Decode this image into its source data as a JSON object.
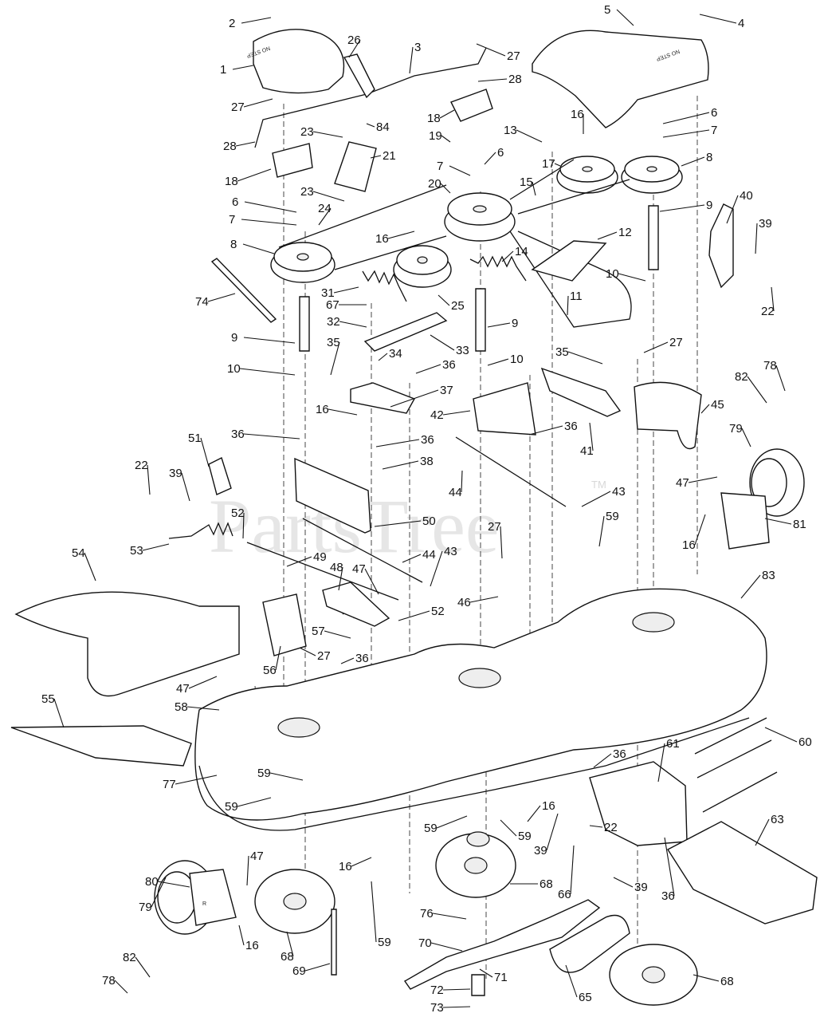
{
  "watermark": {
    "text": "PartsTree",
    "trademark": "TM"
  },
  "surface_labels": {
    "step_text_1": "NO STEP",
    "step_text_2": "NO STEP",
    "bracket_letter": "R"
  },
  "callouts": [
    {
      "id": "c2",
      "text": "2"
    },
    {
      "id": "c1",
      "text": "1"
    },
    {
      "id": "c26",
      "text": "26"
    },
    {
      "id": "c3",
      "text": "3"
    },
    {
      "id": "c27a",
      "text": "27"
    },
    {
      "id": "c28a",
      "text": "28"
    },
    {
      "id": "c5",
      "text": "5"
    },
    {
      "id": "c4",
      "text": "4"
    },
    {
      "id": "c27b",
      "text": "27"
    },
    {
      "id": "c28b",
      "text": "28"
    },
    {
      "id": "c18a",
      "text": "18"
    },
    {
      "id": "c84",
      "text": "84"
    },
    {
      "id": "c23a",
      "text": "23"
    },
    {
      "id": "c21",
      "text": "21"
    },
    {
      "id": "c18b",
      "text": "18"
    },
    {
      "id": "c19",
      "text": "19"
    },
    {
      "id": "c13",
      "text": "13"
    },
    {
      "id": "c16a",
      "text": "16"
    },
    {
      "id": "c6a",
      "text": "6"
    },
    {
      "id": "c7a",
      "text": "7"
    },
    {
      "id": "c17",
      "text": "17"
    },
    {
      "id": "c8a",
      "text": "8"
    },
    {
      "id": "c6b",
      "text": "6"
    },
    {
      "id": "c7b",
      "text": "7"
    },
    {
      "id": "c20",
      "text": "20"
    },
    {
      "id": "c15",
      "text": "15"
    },
    {
      "id": "c23b",
      "text": "23"
    },
    {
      "id": "c24",
      "text": "24"
    },
    {
      "id": "c6c",
      "text": "6"
    },
    {
      "id": "c7c",
      "text": "7"
    },
    {
      "id": "c9a",
      "text": "9"
    },
    {
      "id": "c40",
      "text": "40"
    },
    {
      "id": "c8b",
      "text": "8"
    },
    {
      "id": "c16b",
      "text": "16"
    },
    {
      "id": "c12",
      "text": "12"
    },
    {
      "id": "c39a",
      "text": "39"
    },
    {
      "id": "c14",
      "text": "14"
    },
    {
      "id": "c10a",
      "text": "10"
    },
    {
      "id": "c22a",
      "text": "22"
    },
    {
      "id": "c74",
      "text": "74"
    },
    {
      "id": "c31",
      "text": "31"
    },
    {
      "id": "c25",
      "text": "25"
    },
    {
      "id": "c11",
      "text": "11"
    },
    {
      "id": "c67",
      "text": "67"
    },
    {
      "id": "c32",
      "text": "32"
    },
    {
      "id": "c9b",
      "text": "9"
    },
    {
      "id": "c9c",
      "text": "9"
    },
    {
      "id": "c33",
      "text": "33"
    },
    {
      "id": "c35a",
      "text": "35"
    },
    {
      "id": "c10b",
      "text": "10"
    },
    {
      "id": "c27c",
      "text": "27"
    },
    {
      "id": "c34",
      "text": "34"
    },
    {
      "id": "c35b",
      "text": "35"
    },
    {
      "id": "c10c",
      "text": "10"
    },
    {
      "id": "c36a",
      "text": "36"
    },
    {
      "id": "c78a",
      "text": "78"
    },
    {
      "id": "c37",
      "text": "37"
    },
    {
      "id": "c82a",
      "text": "82"
    },
    {
      "id": "c16c",
      "text": "16"
    },
    {
      "id": "c42",
      "text": "42"
    },
    {
      "id": "c45",
      "text": "45"
    },
    {
      "id": "c36b",
      "text": "36"
    },
    {
      "id": "c36c",
      "text": "36"
    },
    {
      "id": "c41",
      "text": "41"
    },
    {
      "id": "c36d",
      "text": "36"
    },
    {
      "id": "c79a",
      "text": "79"
    },
    {
      "id": "c51",
      "text": "51"
    },
    {
      "id": "c38",
      "text": "38"
    },
    {
      "id": "c22b",
      "text": "22"
    },
    {
      "id": "c39b",
      "text": "39"
    },
    {
      "id": "c47a",
      "text": "47"
    },
    {
      "id": "c44a",
      "text": "44"
    },
    {
      "id": "c43a",
      "text": "43"
    },
    {
      "id": "c52a",
      "text": "52"
    },
    {
      "id": "c16d",
      "text": "16"
    },
    {
      "id": "c81",
      "text": "81"
    },
    {
      "id": "c50",
      "text": "50"
    },
    {
      "id": "c59a",
      "text": "59"
    },
    {
      "id": "c53",
      "text": "53"
    },
    {
      "id": "c27d",
      "text": "27"
    },
    {
      "id": "c54",
      "text": "54"
    },
    {
      "id": "c49",
      "text": "49"
    },
    {
      "id": "c44b",
      "text": "44"
    },
    {
      "id": "c43b",
      "text": "43"
    },
    {
      "id": "c83",
      "text": "83"
    },
    {
      "id": "c48",
      "text": "48"
    },
    {
      "id": "c47b",
      "text": "47"
    },
    {
      "id": "c46",
      "text": "46"
    },
    {
      "id": "c52b",
      "text": "52"
    },
    {
      "id": "c57",
      "text": "57"
    },
    {
      "id": "c27e",
      "text": "27"
    },
    {
      "id": "c36e",
      "text": "36"
    },
    {
      "id": "c56",
      "text": "56"
    },
    {
      "id": "c47c",
      "text": "47"
    },
    {
      "id": "c58",
      "text": "58"
    },
    {
      "id": "c55",
      "text": "55"
    },
    {
      "id": "c60",
      "text": "60"
    },
    {
      "id": "c36f",
      "text": "36"
    },
    {
      "id": "c61",
      "text": "61"
    },
    {
      "id": "c77",
      "text": "77"
    },
    {
      "id": "c59b",
      "text": "59"
    },
    {
      "id": "c59c",
      "text": "59"
    },
    {
      "id": "c16e",
      "text": "16"
    },
    {
      "id": "c63",
      "text": "63"
    },
    {
      "id": "c59d",
      "text": "59"
    },
    {
      "id": "c59e",
      "text": "59"
    },
    {
      "id": "c39c",
      "text": "39"
    },
    {
      "id": "c22c",
      "text": "22"
    },
    {
      "id": "c47d",
      "text": "47"
    },
    {
      "id": "c16f",
      "text": "16"
    },
    {
      "id": "c68a",
      "text": "68"
    },
    {
      "id": "c80",
      "text": "80"
    },
    {
      "id": "c39d",
      "text": "39"
    },
    {
      "id": "c36g",
      "text": "36"
    },
    {
      "id": "c66",
      "text": "66"
    },
    {
      "id": "c76",
      "text": "76"
    },
    {
      "id": "c79b",
      "text": "79"
    },
    {
      "id": "c70",
      "text": "70"
    },
    {
      "id": "c59f",
      "text": "59"
    },
    {
      "id": "c16g",
      "text": "16"
    },
    {
      "id": "c68b",
      "text": "68"
    },
    {
      "id": "c69",
      "text": "69"
    },
    {
      "id": "c82b",
      "text": "82"
    },
    {
      "id": "c71",
      "text": "71"
    },
    {
      "id": "c78b",
      "text": "78"
    },
    {
      "id": "c65",
      "text": "65"
    },
    {
      "id": "c68c",
      "text": "68"
    },
    {
      "id": "c72",
      "text": "72"
    },
    {
      "id": "c73",
      "text": "73"
    }
  ]
}
